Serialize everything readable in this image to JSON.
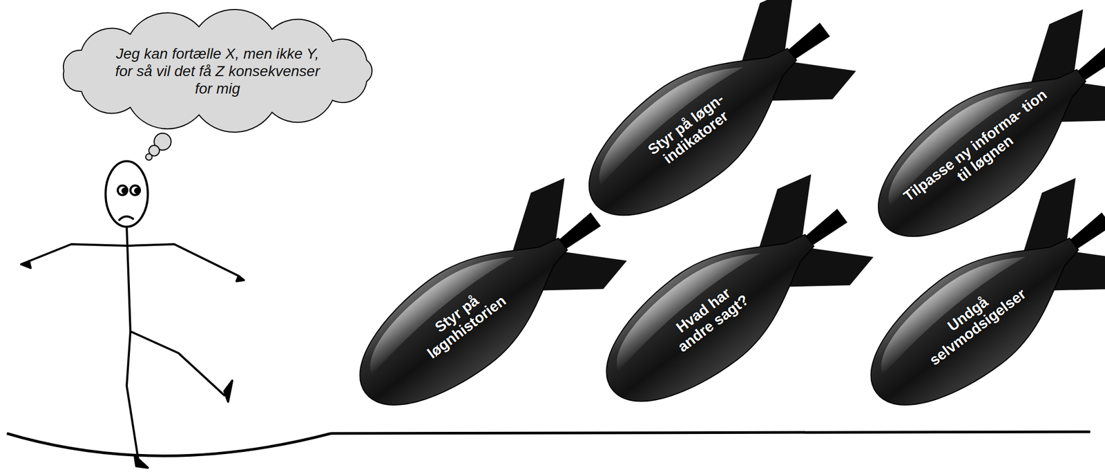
{
  "diagram": {
    "nodes": [
      {
        "text": [
          "Jeg kan fortælle X, men ikke Y, for så vil det få Z konsekvenser for mig"
        ]
      },
      {
        "text": [
          "Styr på løgnhistorien"
        ]
      },
      {
        "text": [
          "Styr på løgn-indikatorer"
        ]
      },
      {
        "text": [
          "Hvad har andre sagt?"
        ]
      },
      {
        "text": [
          "Tilpasse ny informa- tion til løgnen"
        ]
      },
      {
        "text": [
          "Undgå selvmodsigelser"
        ]
      }
    ]
  }
}
